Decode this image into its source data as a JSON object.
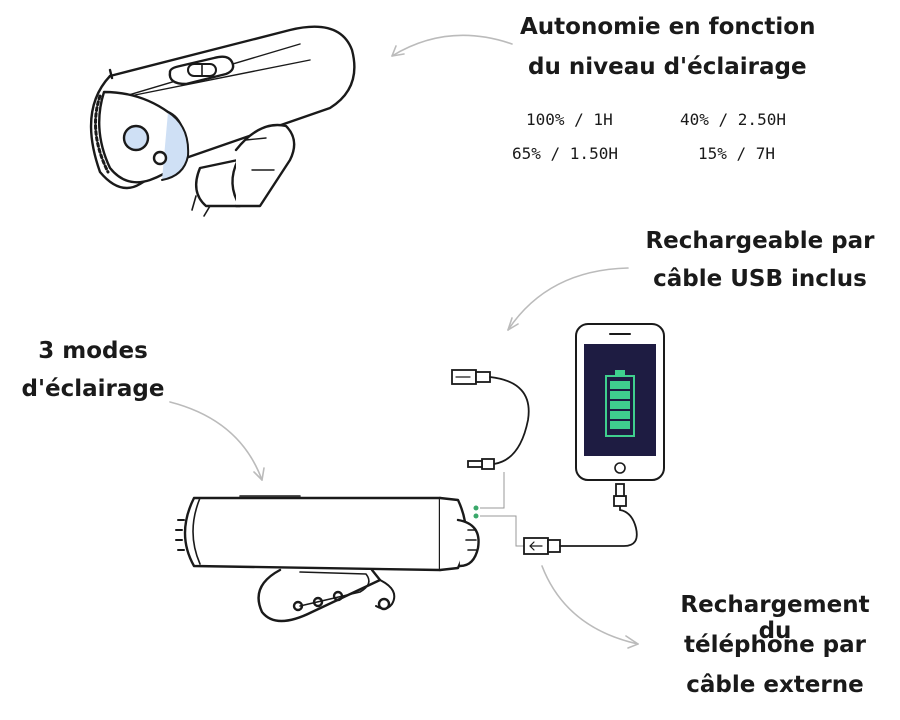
{
  "texts": {
    "autonomy_title_1": "Autonomie en fonction",
    "autonomy_title_2": "du niveau d'éclairage",
    "r1c1": "100% / 1H",
    "r1c2": "40% / 2.50H",
    "r2c1": "65% / 1.50H",
    "r2c2": "15% / 7H",
    "usb_1": "Rechargeable par",
    "usb_2": "câble USB inclus",
    "modes_1": "3 modes",
    "modes_2": "d'éclairage",
    "phone_1": "Rechargement du",
    "phone_2": "téléphone par",
    "phone_3": "câble externe"
  },
  "colors": {
    "ink": "#1a1a1a",
    "lens_blue": "#cfe0f5",
    "screen": "#1e1c42",
    "battery_green": "#3fcf8e",
    "led_green": "#3aa86a"
  },
  "phone": {
    "battery_segments": 5
  }
}
